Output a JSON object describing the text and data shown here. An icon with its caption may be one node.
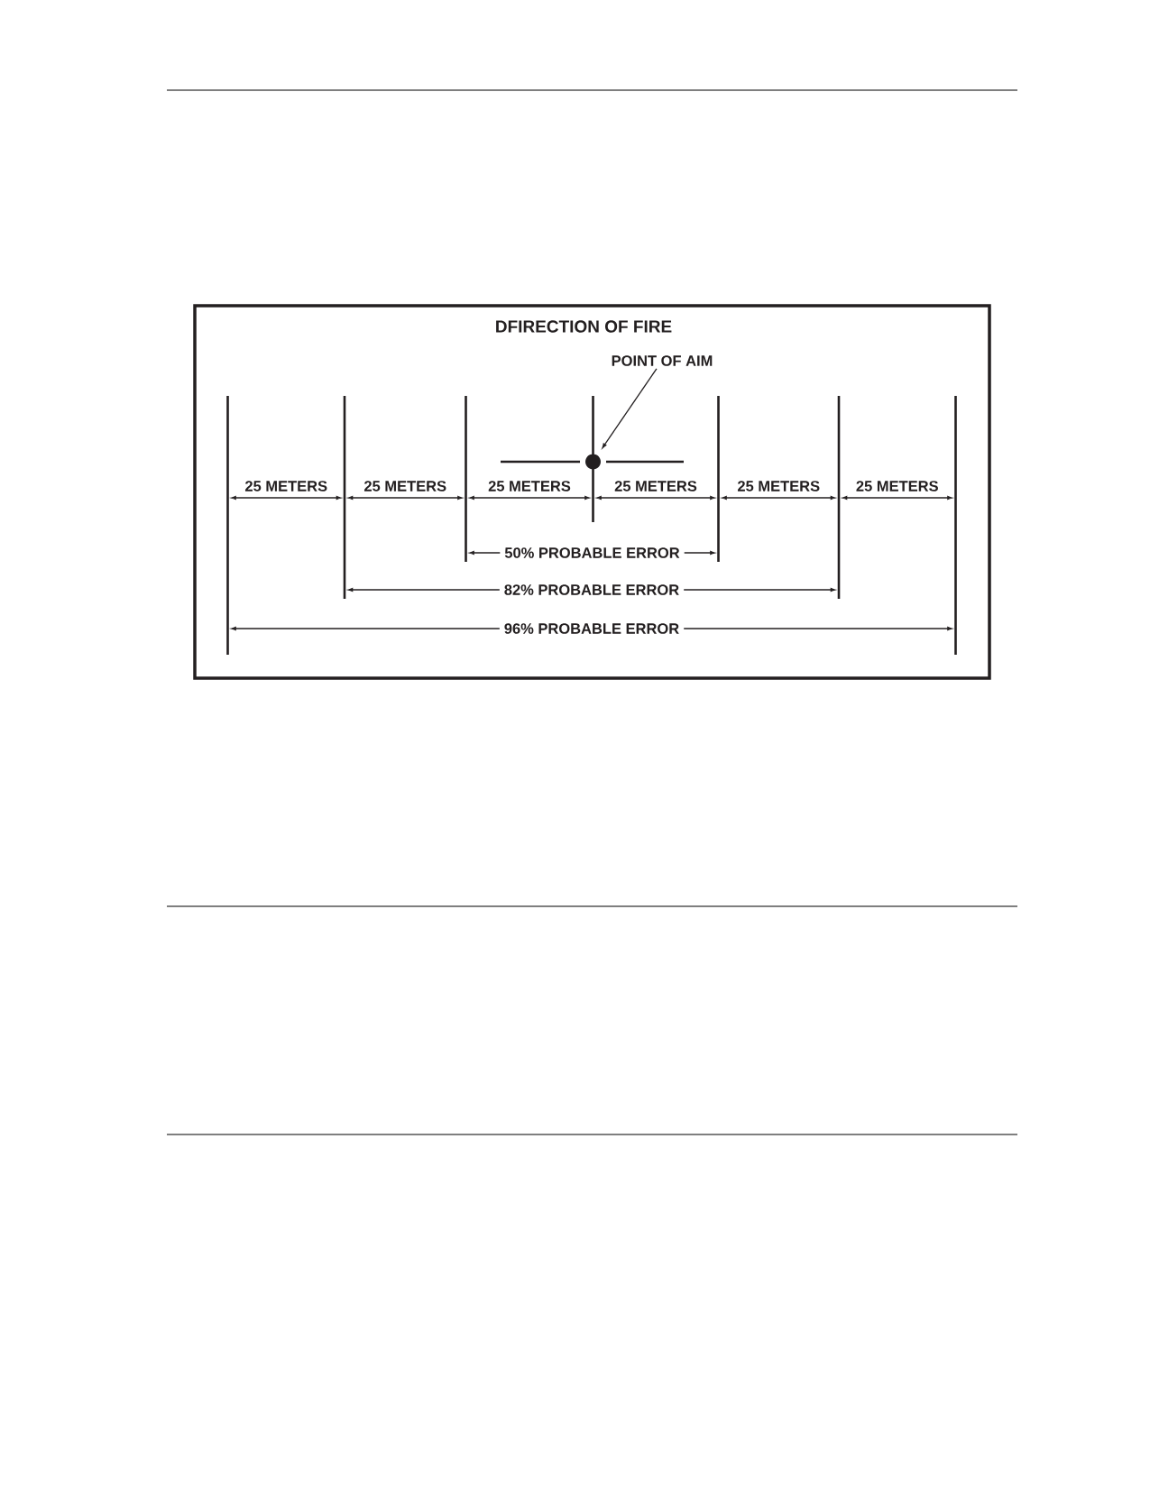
{
  "diagram": {
    "title": "DFIRECTION OF FIRE",
    "nodes": [
      {
        "text": [
          "POINT OF AIM"
        ]
      },
      {
        "text": [],
        "shape": "circle"
      }
    ],
    "edges": [
      {
        "from": 0,
        "to": 1,
        "arrow": "to"
      }
    ],
    "labels": [
      "25 METERS",
      "25 METERS",
      "25 METERS",
      "25 METERS",
      "25 METERS",
      "25 METERS",
      "50% PROBABLE ERROR",
      "82% PROBABLE ERROR",
      "96% PROBABLE ERROR"
    ]
  }
}
